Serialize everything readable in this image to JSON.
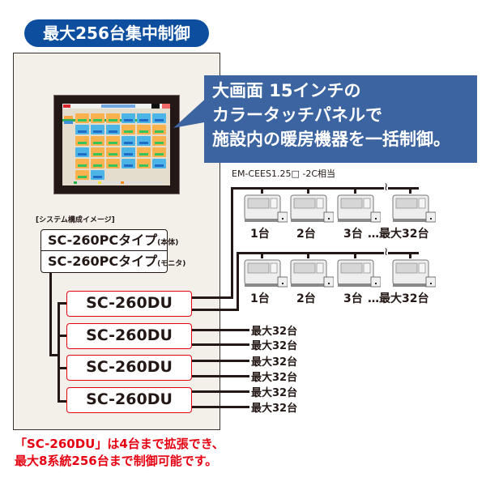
{
  "header": {
    "title": "最大256台集中制御",
    "title_bg": "#0d4f9e"
  },
  "callout": {
    "lines": [
      "大画面 15インチの",
      "カラータッチパネルで",
      "施設内の暖房機器を一括制御。"
    ],
    "bg": "#3b64a0"
  },
  "monitor": {
    "screen_tiles": [
      "o",
      "o",
      "o",
      "b",
      "b",
      "b",
      "b",
      "b",
      "b",
      "o",
      "o",
      "o",
      "o",
      "o",
      "o",
      "b",
      "b",
      "o",
      "b",
      "o",
      "o",
      "b",
      "o",
      "o",
      "o",
      "o",
      "o",
      "b",
      "o",
      "b",
      "o",
      "b"
    ]
  },
  "diagram": {
    "section_label": "[システム構成イメージ]",
    "pc_types": [
      {
        "name": "SC-260PCタイプ",
        "suffix": "(本体)"
      },
      {
        "name": "SC-260PCタイプ",
        "suffix": "(モニタ)"
      }
    ],
    "du_units": [
      "SC-260DU",
      "SC-260DU",
      "SC-260DU",
      "SC-260DU"
    ],
    "du_border_color": "#e60012",
    "cable_label": "EM-CEES1.25□ -2C相当",
    "heater_rows": [
      {
        "labels": [
          "1台",
          "2台",
          "3台",
          "…最大32台"
        ]
      },
      {
        "labels": [
          "1台",
          "2台",
          "3台",
          "…最大32台"
        ]
      }
    ],
    "max_labels": [
      "最大32台",
      "最大32台",
      "最大32台",
      "最大32台",
      "最大32台",
      "最大32台"
    ]
  },
  "note": {
    "lines": [
      "「SC-260DU」は4台まで拡張でき、",
      "最大8系統256台まで制御可能です。"
    ],
    "color": "#e60012"
  }
}
